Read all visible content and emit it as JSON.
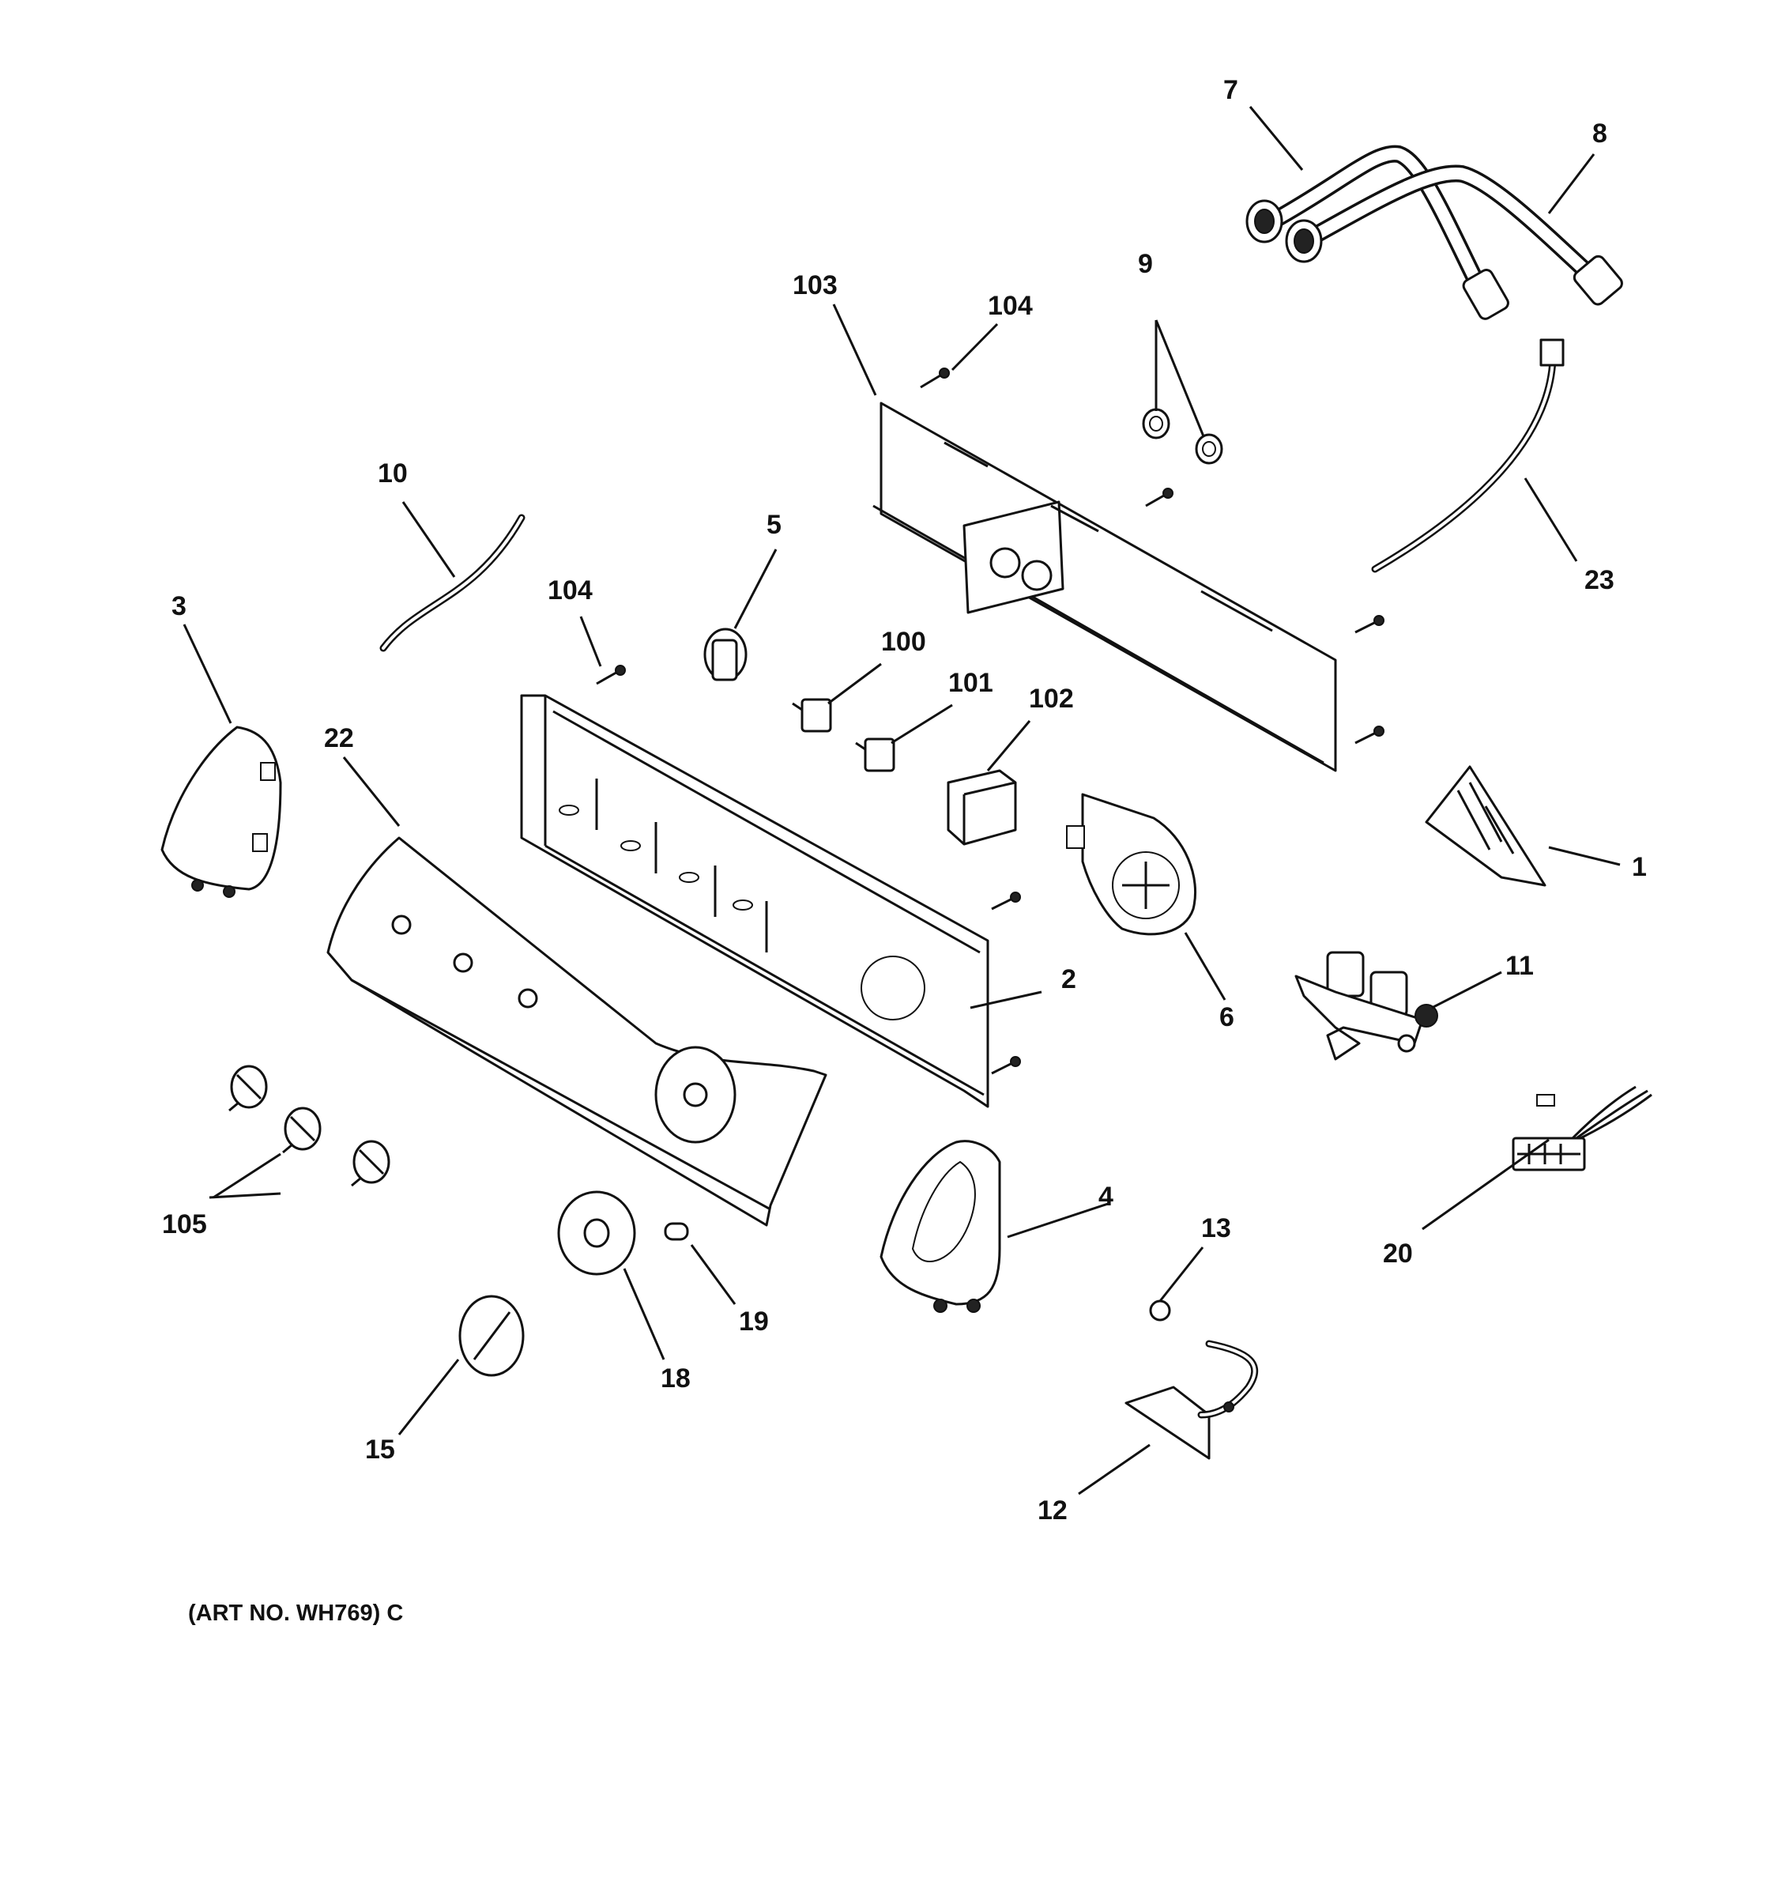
{
  "diagram": {
    "caption": "(ART NO. WH769) C",
    "callouts": {
      "c1": "1",
      "c2": "2",
      "c3": "3",
      "c4": "4",
      "c5": "5",
      "c6": "6",
      "c7": "7",
      "c8": "8",
      "c9": "9",
      "c10": "10",
      "c11": "11",
      "c12": "12",
      "c13": "13",
      "c15": "15",
      "c18": "18",
      "c19": "19",
      "c20": "20",
      "c22": "22",
      "c23": "23",
      "c100": "100",
      "c101": "101",
      "c102": "102",
      "c103": "103",
      "c104a": "104",
      "c104b": "104",
      "c105": "105"
    }
  }
}
